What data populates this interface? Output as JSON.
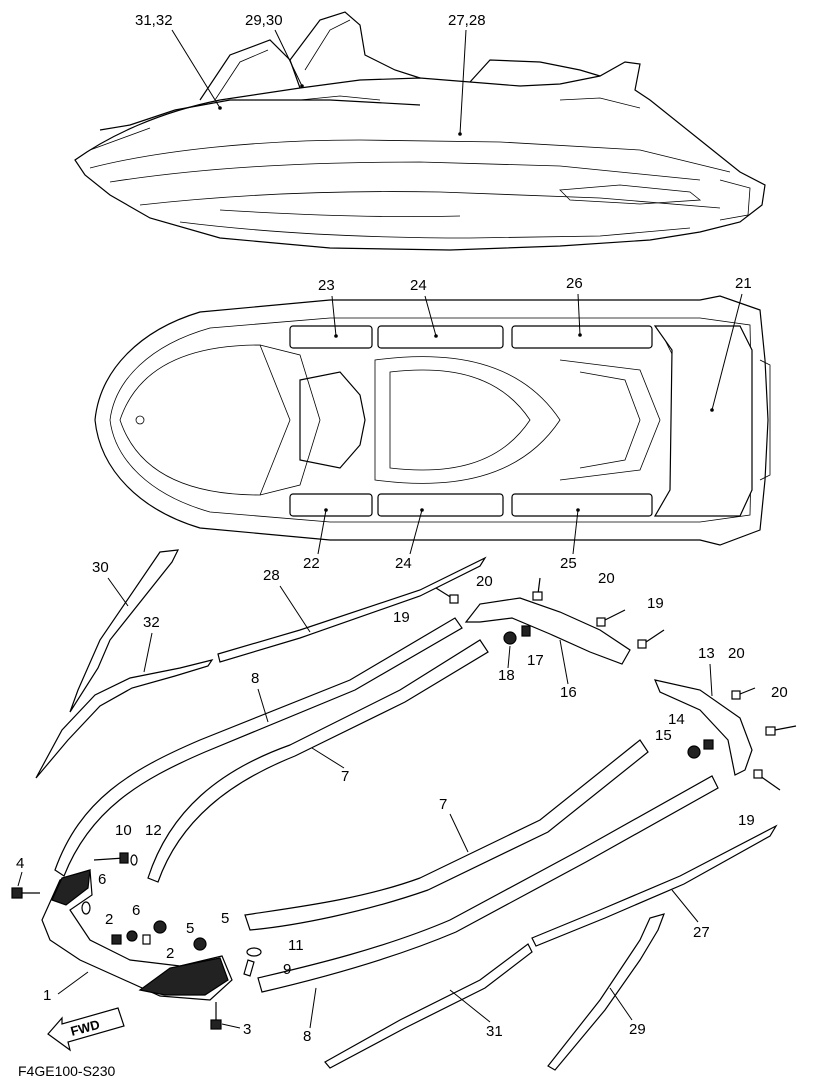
{
  "diagram_code": "F4GE100-S230",
  "fwd_label": "FWD",
  "callouts": {
    "c1": "1",
    "c2a": "2",
    "c2b": "2",
    "c3": "3",
    "c4": "4",
    "c5a": "5",
    "c5b": "5",
    "c6a": "6",
    "c6b": "6",
    "c7a": "7",
    "c7b": "7",
    "c8a": "8",
    "c8b": "8",
    "c9": "9",
    "c10": "10",
    "c11": "11",
    "c12": "12",
    "c13": "13",
    "c14": "14",
    "c15": "15",
    "c16": "16",
    "c17": "17",
    "c18": "18",
    "c19a": "19",
    "c19b": "19",
    "c19c": "19",
    "c20a": "20",
    "c20b": "20",
    "c20c": "20",
    "c20d": "20",
    "c21": "21",
    "c22": "22",
    "c23": "23",
    "c24a": "24",
    "c24b": "24",
    "c25": "25",
    "c26": "26",
    "c27": "27",
    "c28": "28",
    "c29": "29",
    "c30": "30",
    "c31": "31",
    "c32": "32",
    "c2728": "27,28",
    "c2930": "29,30",
    "c3132": "31,32"
  }
}
